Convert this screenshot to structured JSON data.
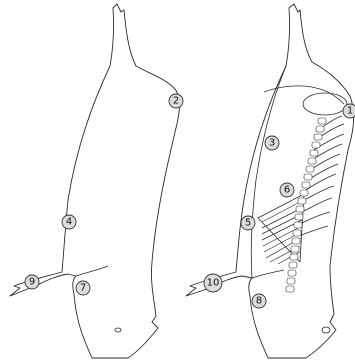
{
  "markers": [
    {
      "label": "2"
    },
    {
      "label": "4"
    },
    {
      "label": "7"
    },
    {
      "label": "9"
    },
    {
      "label": "1"
    },
    {
      "label": "3"
    },
    {
      "label": "5"
    },
    {
      "label": "6"
    },
    {
      "label": "8"
    },
    {
      "label": "10"
    }
  ],
  "colors": {
    "outline": "#2b2b2b",
    "marker_fill": "#dcdcdc",
    "background": "#ffffff"
  }
}
